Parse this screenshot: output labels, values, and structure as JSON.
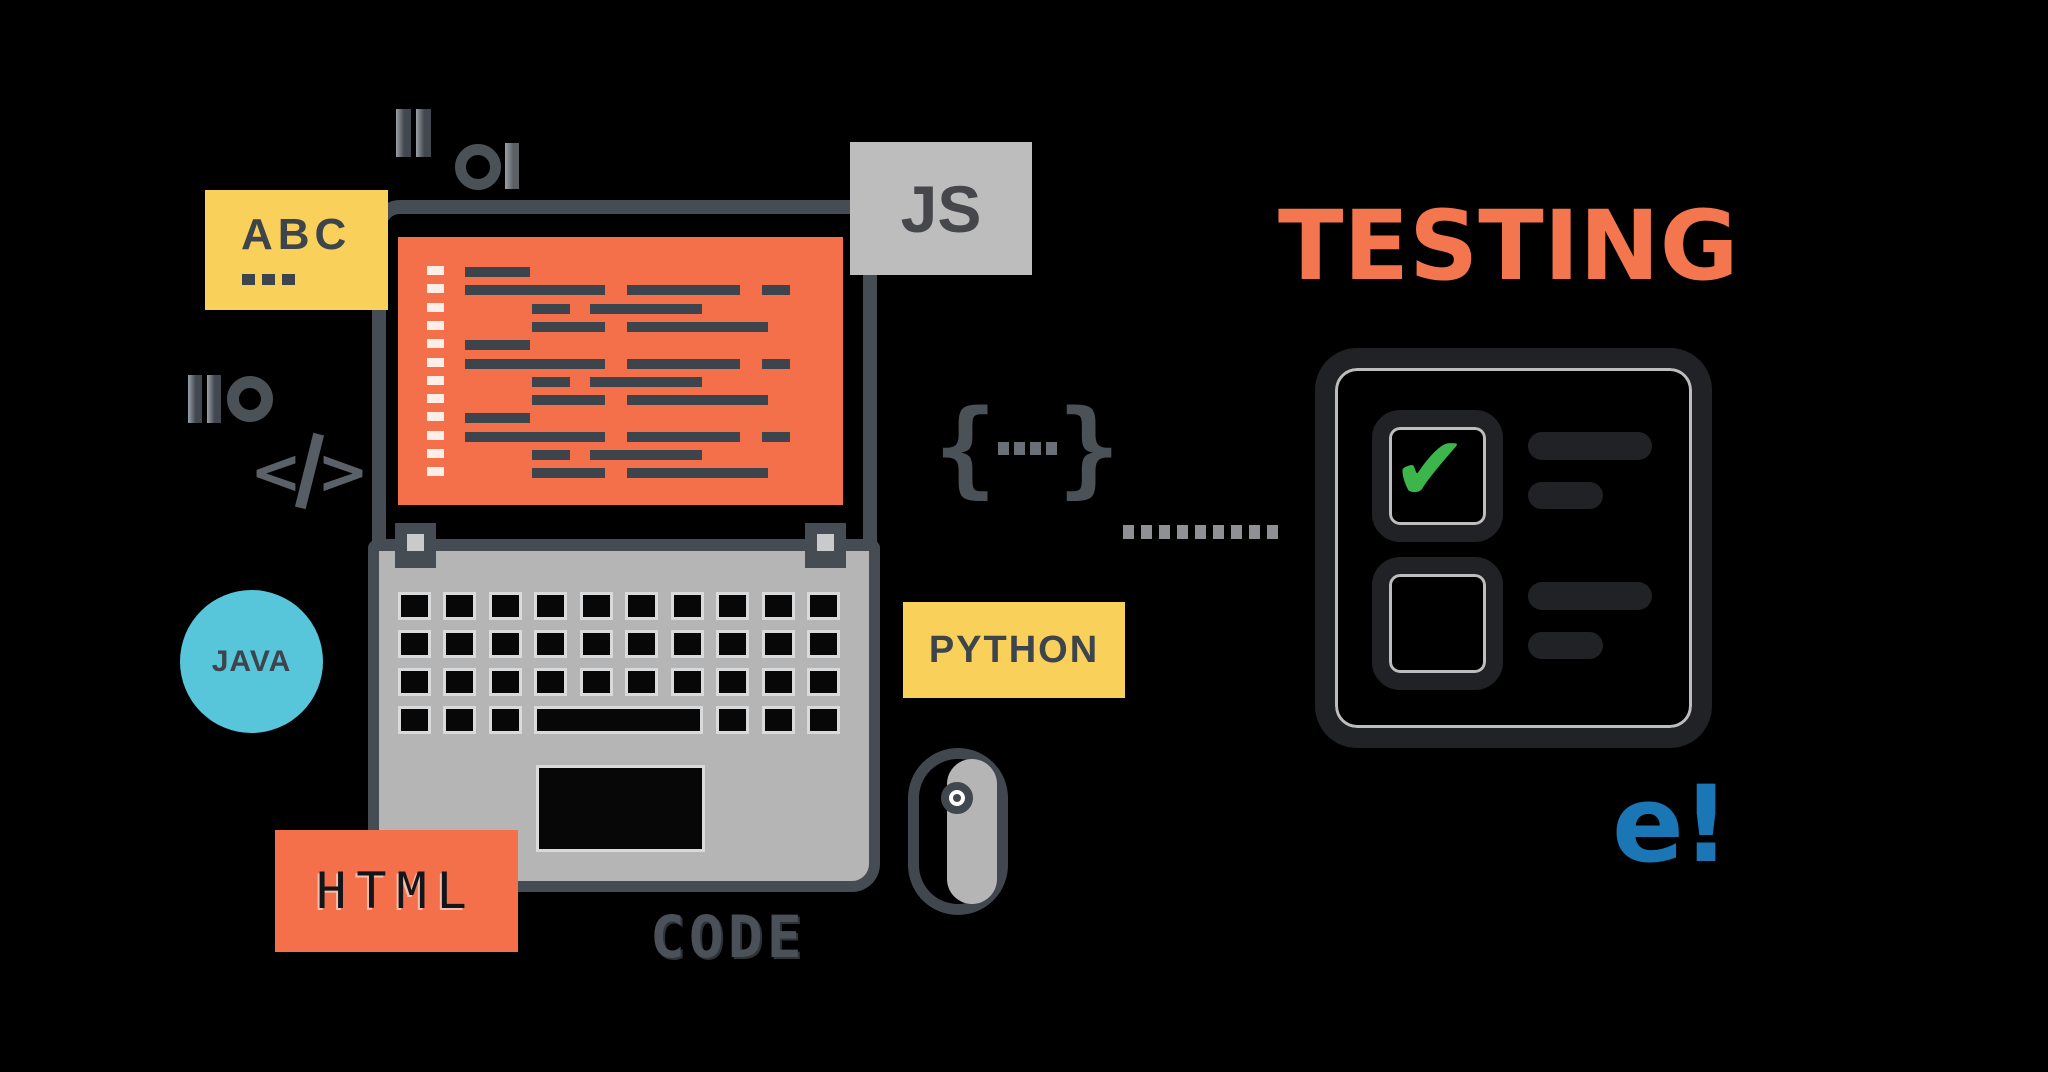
{
  "illustration": {
    "badges": {
      "abc": "ABC",
      "js": "JS",
      "java": "JAVA",
      "html": "HTML",
      "python": "PYTHON"
    },
    "labels": {
      "code": "CODE",
      "testing": "TESTING",
      "logo": "e!"
    },
    "glyphs": {
      "brace_open": "{",
      "brace_close": "}",
      "angle_open": "<",
      "angle_close": ">",
      "check": "✔"
    },
    "colors": {
      "screen_orange": "#f3704b",
      "badge_yellow": "#f8d05a",
      "badge_gray": "#bdbdbd",
      "outline_slate": "#454c54",
      "java_cyan": "#57c5da",
      "checklist_ink": "#202225",
      "check_green": "#3cb54a",
      "logo_blue": "#1b76b5"
    },
    "icons": [
      "pause-bars-icon",
      "record-ring-icon",
      "record-bar-icon",
      "code-tag-icon",
      "braces-icon",
      "mouse-icon",
      "checklist-icon",
      "check-icon",
      "dotted-connector",
      "laptop-icon",
      "keyboard-icon",
      "trackpad-icon"
    ]
  }
}
